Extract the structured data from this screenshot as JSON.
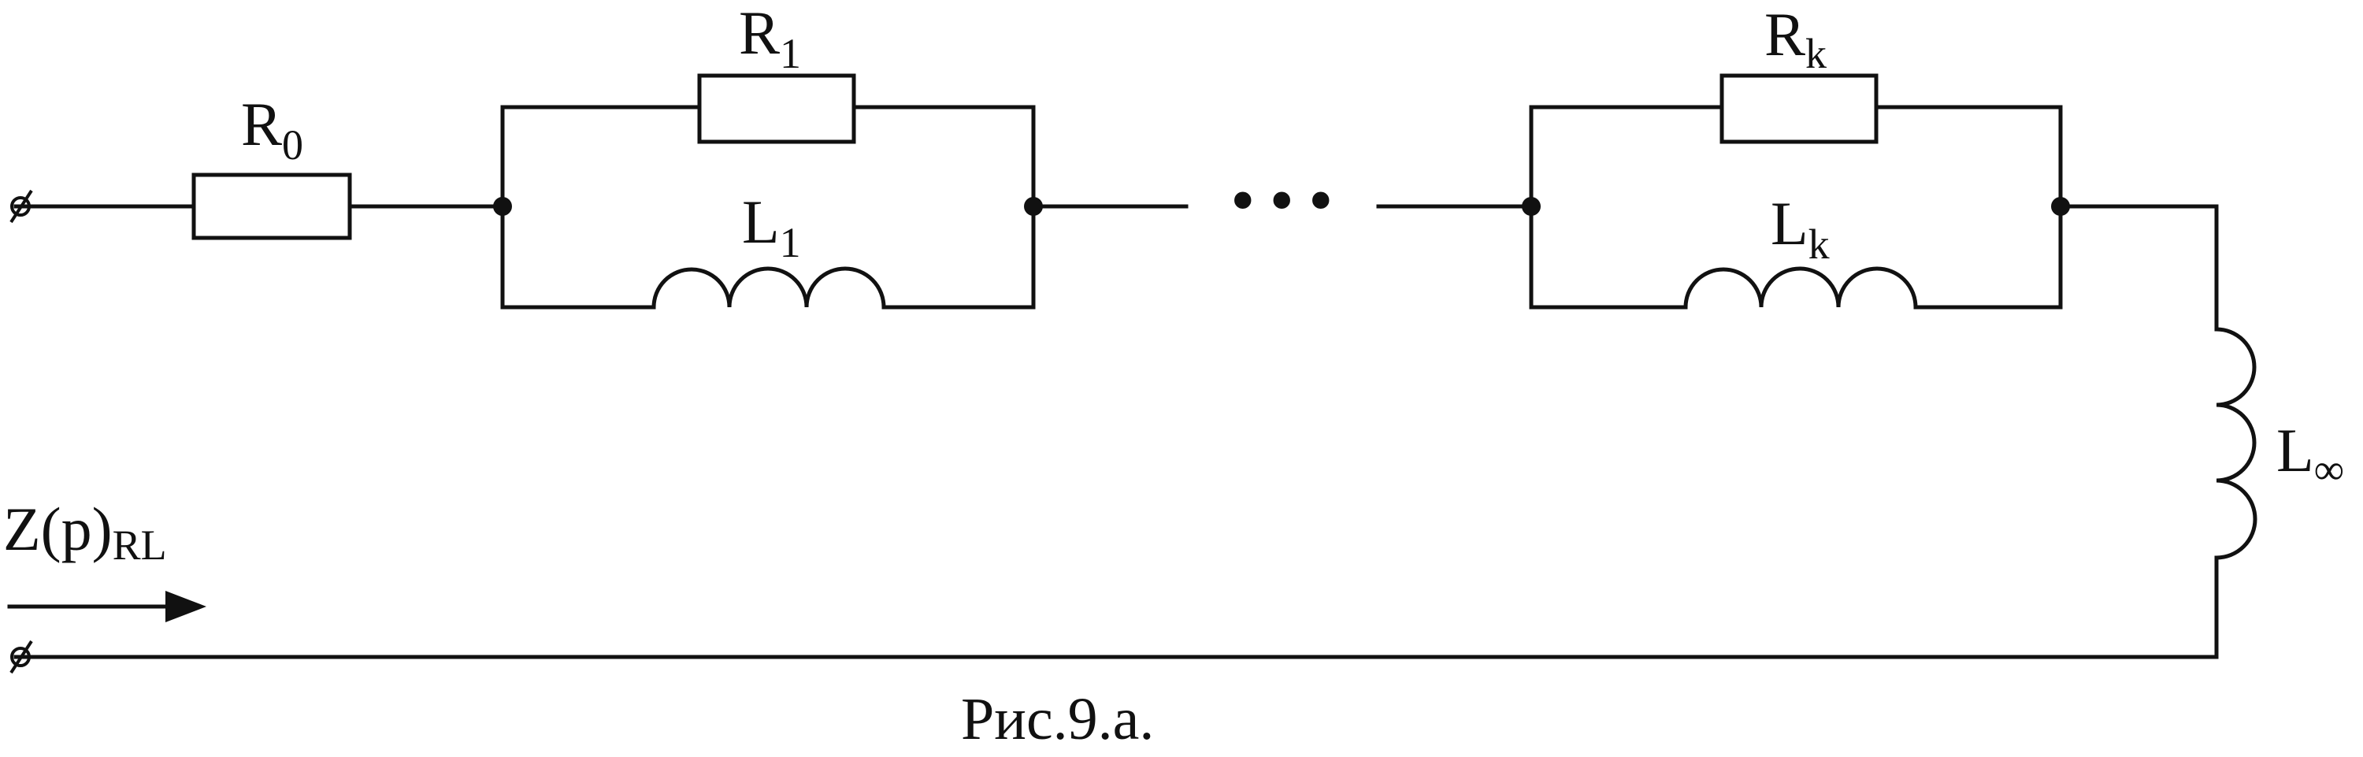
{
  "diagram": {
    "caption": "Рис.9.а.",
    "ellipsis": "•••",
    "arrow_label": {
      "main": "Z(p)",
      "sub": "RL"
    },
    "components": {
      "r0": {
        "main": "R",
        "sub": "0"
      },
      "r1": {
        "main": "R",
        "sub": "1"
      },
      "l1": {
        "main": "L",
        "sub": "1"
      },
      "rk": {
        "main": "R",
        "sub": "k"
      },
      "lk": {
        "main": "L",
        "sub": "k"
      },
      "linf": {
        "main": "L",
        "sub": "∞"
      }
    }
  }
}
